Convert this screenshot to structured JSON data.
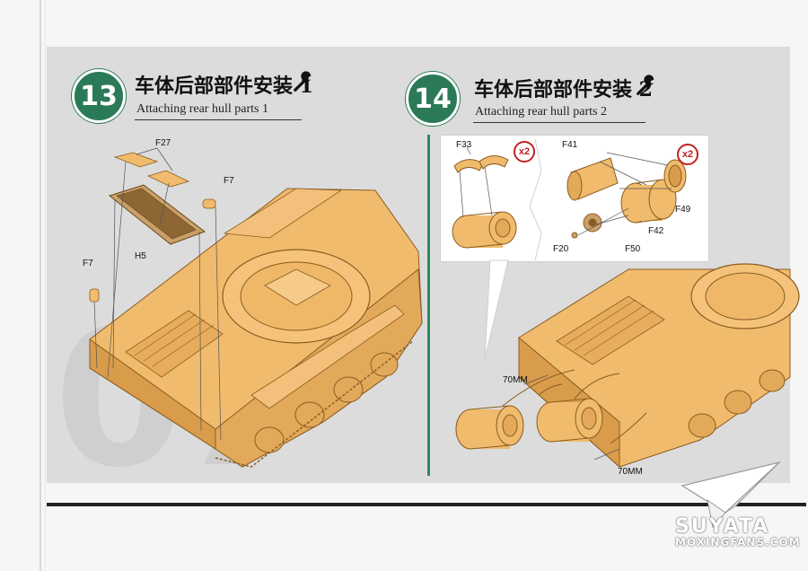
{
  "steps": [
    {
      "number": "13",
      "title_zh": "车体后部部件安装 1",
      "title_en": "Attaching rear hull parts 1"
    },
    {
      "number": "14",
      "title_zh": "车体后部部件安装 2",
      "title_en": "Attaching rear hull parts 2"
    }
  ],
  "step13_parts": {
    "f27": "F27",
    "f7_top": "F7",
    "f7_left": "F7",
    "h5": "H5"
  },
  "step14_parts": {
    "f33": "F33",
    "f41": "F41",
    "f49": "F49",
    "f42": "F42",
    "f20": "F20",
    "f50": "F50",
    "mm70_top": "70MM",
    "mm70_bottom": "70MM"
  },
  "quantities": {
    "left": "x2",
    "right": "x2"
  },
  "watermark": {
    "brand": "SUYATA",
    "site": "MOXINGFANS.COM"
  },
  "colors": {
    "accent_green": "#2b7a57",
    "hull_tan": "#f0bb6c",
    "hull_shade": "#d99c4a",
    "warning_red": "#c42020"
  }
}
